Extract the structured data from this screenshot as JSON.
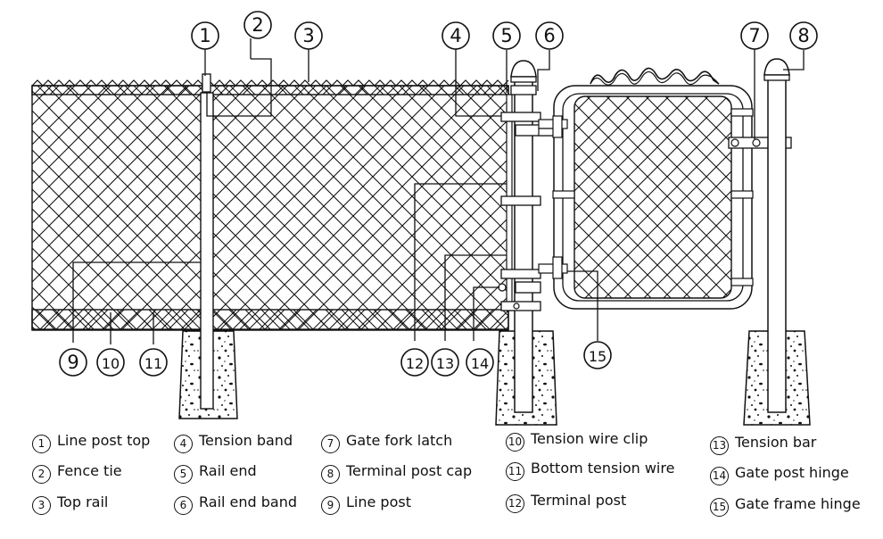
{
  "callouts": [
    "1",
    "2",
    "3",
    "4",
    "5",
    "6",
    "7",
    "8",
    "9",
    "10",
    "11",
    "12",
    "13",
    "14",
    "15"
  ],
  "legend": [
    {
      "num": "1",
      "label": "Line post top"
    },
    {
      "num": "2",
      "label": "Fence tie"
    },
    {
      "num": "3",
      "label": "Top rail"
    },
    {
      "num": "4",
      "label": "Tension band"
    },
    {
      "num": "5",
      "label": "Rail end"
    },
    {
      "num": "6",
      "label": "Rail end band"
    },
    {
      "num": "7",
      "label": "Gate fork latch"
    },
    {
      "num": "8",
      "label": "Terminal post cap"
    },
    {
      "num": "9",
      "label": "Line post"
    },
    {
      "num": "10",
      "label": "Tension wire clip"
    },
    {
      "num": "11",
      "label": "Bottom tension wire"
    },
    {
      "num": "12",
      "label": "Terminal post"
    },
    {
      "num": "13",
      "label": "Tension bar"
    },
    {
      "num": "14",
      "label": "Gate post hinge"
    },
    {
      "num": "15",
      "label": "Gate frame hinge"
    }
  ],
  "colors": {
    "line": "#111111",
    "fill": "#ffffff"
  }
}
